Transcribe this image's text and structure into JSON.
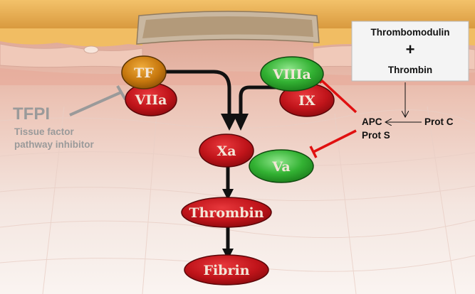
{
  "thrombomodulin_box": {
    "line1": "Thrombomodulin",
    "plus": "+",
    "line2": "Thrombin"
  },
  "nodes": {
    "tf": "TF",
    "viia": "VIIa",
    "viiia": "VIIIa",
    "ix": "IX",
    "xa": "Xa",
    "va": "Va",
    "thrombin": "Thrombin",
    "fibrin": "Fibrin"
  },
  "tfpi": {
    "abbr": "TFPI",
    "line1": "Tissue factor",
    "line2": "pathway inhibitor"
  },
  "protein_c_pathway": {
    "apc": "APC",
    "prot_s": "Prot S",
    "prot_c": "Prot C"
  },
  "colors": {
    "red_node": "#c8141a",
    "green_node": "#2aa52a",
    "orange_node": "#c77a10",
    "inhibition_red": "#e01010",
    "tfpi_gray": "#9a9a9a",
    "arrow_black": "#111111"
  }
}
